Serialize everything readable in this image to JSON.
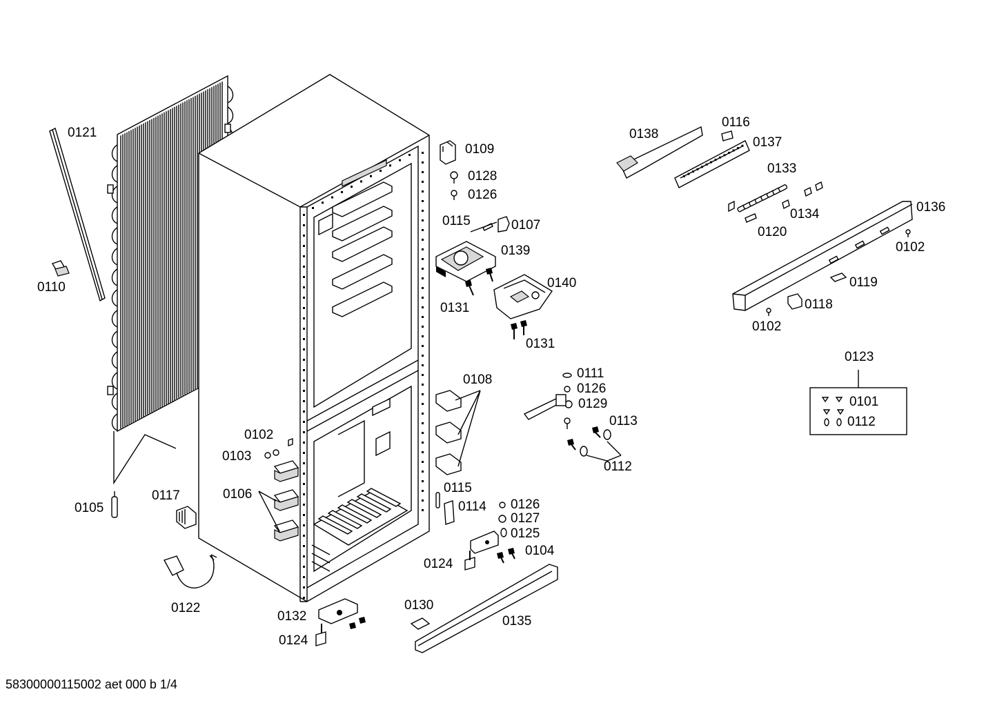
{
  "diagram": {
    "footer_text": "58300000115002 aet 000 b 1/4",
    "parts": [
      {
        "id": "p0121",
        "label": "0121"
      },
      {
        "id": "p0110",
        "label": "0110"
      },
      {
        "id": "p0105",
        "label": "0105"
      },
      {
        "id": "p0117",
        "label": "0117"
      },
      {
        "id": "p0122",
        "label": "0122"
      },
      {
        "id": "p0102a",
        "label": "0102"
      },
      {
        "id": "p0103",
        "label": "0103"
      },
      {
        "id": "p0106",
        "label": "0106"
      },
      {
        "id": "p0109",
        "label": "0109"
      },
      {
        "id": "p0128",
        "label": "0128"
      },
      {
        "id": "p0126a",
        "label": "0126"
      },
      {
        "id": "p0115a",
        "label": "0115"
      },
      {
        "id": "p0107",
        "label": "0107"
      },
      {
        "id": "p0139",
        "label": "0139"
      },
      {
        "id": "p0131a",
        "label": "0131"
      },
      {
        "id": "p0140",
        "label": "0140"
      },
      {
        "id": "p0131b",
        "label": "0131"
      },
      {
        "id": "p0108",
        "label": "0108"
      },
      {
        "id": "p0111",
        "label": "0111"
      },
      {
        "id": "p0126b",
        "label": "0126"
      },
      {
        "id": "p0129",
        "label": "0129"
      },
      {
        "id": "p0113",
        "label": "0113"
      },
      {
        "id": "p0112a",
        "label": "0112"
      },
      {
        "id": "p0115b",
        "label": "0115"
      },
      {
        "id": "p0114",
        "label": "0114"
      },
      {
        "id": "p0126c",
        "label": "0126"
      },
      {
        "id": "p0127",
        "label": "0127"
      },
      {
        "id": "p0125",
        "label": "0125"
      },
      {
        "id": "p0104",
        "label": "0104"
      },
      {
        "id": "p0124a",
        "label": "0124"
      },
      {
        "id": "p0130",
        "label": "0130"
      },
      {
        "id": "p0135",
        "label": "0135"
      },
      {
        "id": "p0132",
        "label": "0132"
      },
      {
        "id": "p0124b",
        "label": "0124"
      },
      {
        "id": "p0138",
        "label": "0138"
      },
      {
        "id": "p0116",
        "label": "0116"
      },
      {
        "id": "p0137",
        "label": "0137"
      },
      {
        "id": "p0133",
        "label": "0133"
      },
      {
        "id": "p0134",
        "label": "0134"
      },
      {
        "id": "p0120",
        "label": "0120"
      },
      {
        "id": "p0136",
        "label": "0136"
      },
      {
        "id": "p0102b",
        "label": "0102"
      },
      {
        "id": "p0119",
        "label": "0119"
      },
      {
        "id": "p0118",
        "label": "0118"
      },
      {
        "id": "p0102c",
        "label": "0102"
      },
      {
        "id": "p0123",
        "label": "0123"
      },
      {
        "id": "p0101",
        "label": "0101"
      },
      {
        "id": "p0112b",
        "label": "0112"
      }
    ]
  }
}
